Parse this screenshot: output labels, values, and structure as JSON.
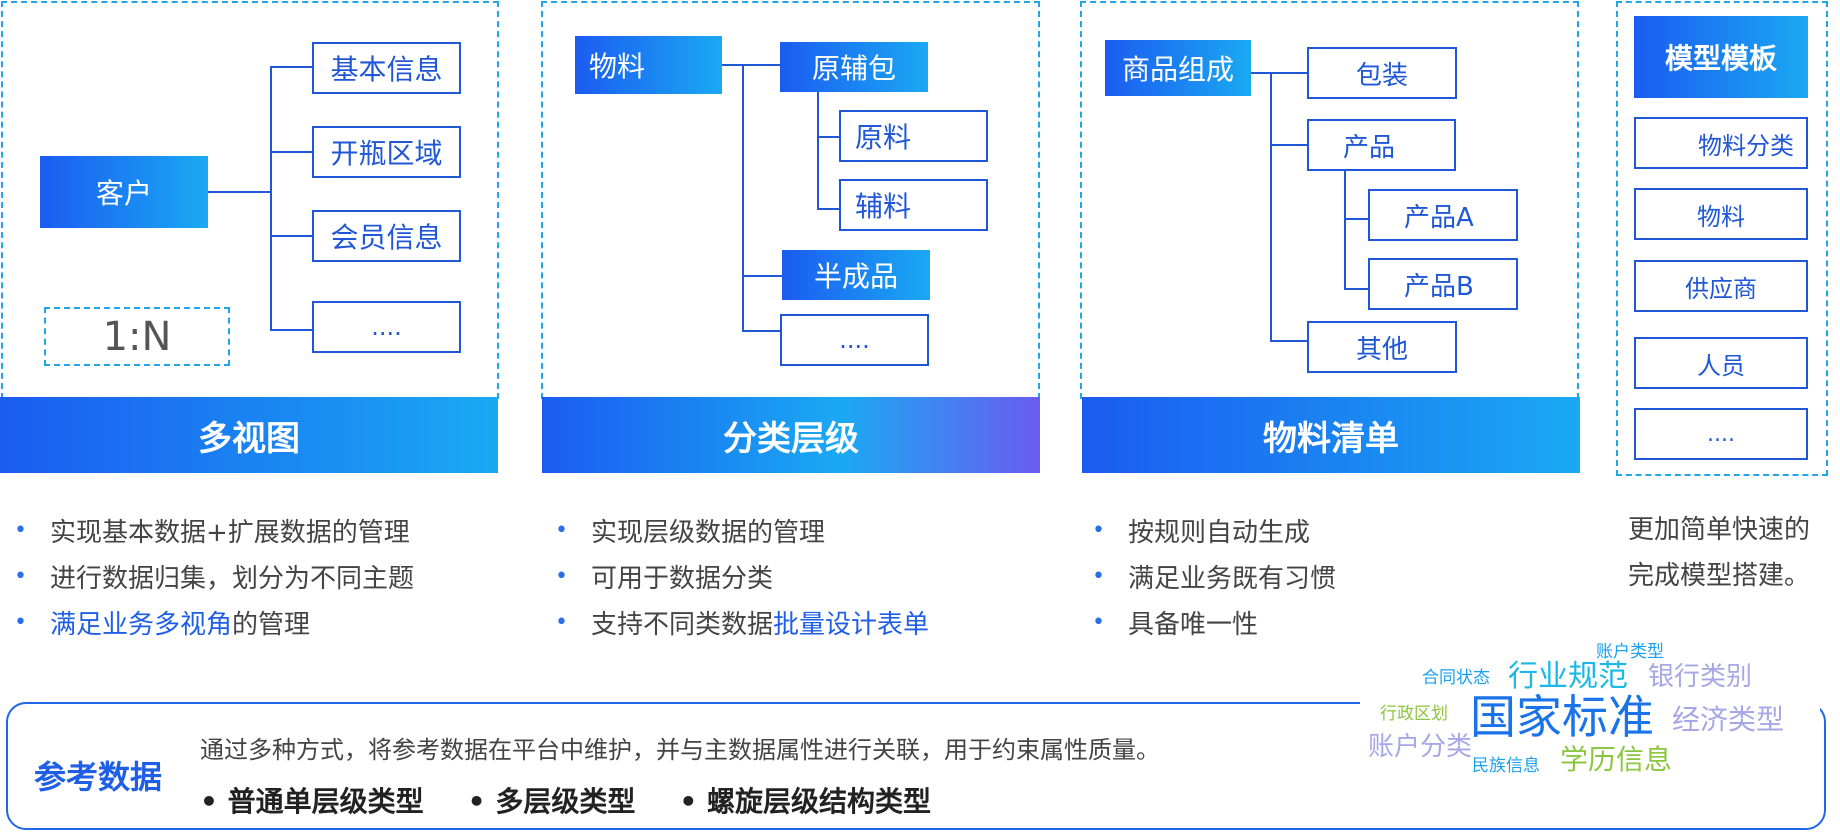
{
  "panel1": {
    "root": "客户",
    "children": [
      "基本信息",
      "开瓶区域",
      "会员信息",
      "...."
    ],
    "ratio": "1:N",
    "banner": "多视图",
    "bullets": [
      {
        "pre": "实现基本数据+扩展数据的管理",
        "hl": "",
        "post": ""
      },
      {
        "pre": "进行数据归集，划分为不同主题",
        "hl": "",
        "post": ""
      },
      {
        "pre": "",
        "hl": "满足业务多视角",
        "post": "的管理"
      }
    ]
  },
  "panel2": {
    "root": "物料",
    "group1": "原辅包",
    "group1_children": [
      "原料",
      "辅料"
    ],
    "group2": "半成品",
    "more": "....",
    "banner": "分类层级",
    "bullets": [
      {
        "pre": "实现层级数据的管理",
        "hl": "",
        "post": ""
      },
      {
        "pre": "可用于数据分类",
        "hl": "",
        "post": ""
      },
      {
        "pre": "支持不同类数据",
        "hl": "批量设计表单",
        "post": ""
      }
    ]
  },
  "panel3": {
    "root": "商品组成",
    "items": [
      "包装",
      "产品",
      "其他"
    ],
    "product_children": [
      "产品A",
      "产品B"
    ],
    "banner": "物料清单",
    "bullets": [
      {
        "pre": "按规则自动生成",
        "hl": "",
        "post": ""
      },
      {
        "pre": "满足业务既有习惯",
        "hl": "",
        "post": ""
      },
      {
        "pre": "具备唯一性",
        "hl": "",
        "post": ""
      }
    ]
  },
  "panel4": {
    "title": "模型模板",
    "items": [
      "物料分类",
      "物料",
      "供应商",
      "人员",
      "...."
    ],
    "desc_lines": [
      "更加简单快速的",
      "完成模型搭建。"
    ]
  },
  "reference": {
    "title": "参考数据",
    "desc": "通过多种方式，将参考数据在平台中维护，并与主数据属性进行关联，用于约束属性质量。",
    "types": [
      "普通单层级类型",
      "多层级类型",
      "螺旋层级结构类型"
    ],
    "bullet_char": "•"
  },
  "word_cloud": [
    {
      "text": "账户类型",
      "color": "#1aa0ee"
    },
    {
      "text": "合同状态",
      "color": "#1aa0ee"
    },
    {
      "text": "行业规范",
      "color": "#1ab8e6"
    },
    {
      "text": "银行类别",
      "color": "#a7a6e6"
    },
    {
      "text": "行政区划",
      "color": "#8cc63f"
    },
    {
      "text": "国家标准",
      "color": "#1a73e8"
    },
    {
      "text": "经济类型",
      "color": "#a7a6e6"
    },
    {
      "text": "账户分类",
      "color": "#a7a6e6"
    },
    {
      "text": "民族信息",
      "color": "#1aa0ee"
    },
    {
      "text": "学历信息",
      "color": "#8cc63f"
    }
  ]
}
